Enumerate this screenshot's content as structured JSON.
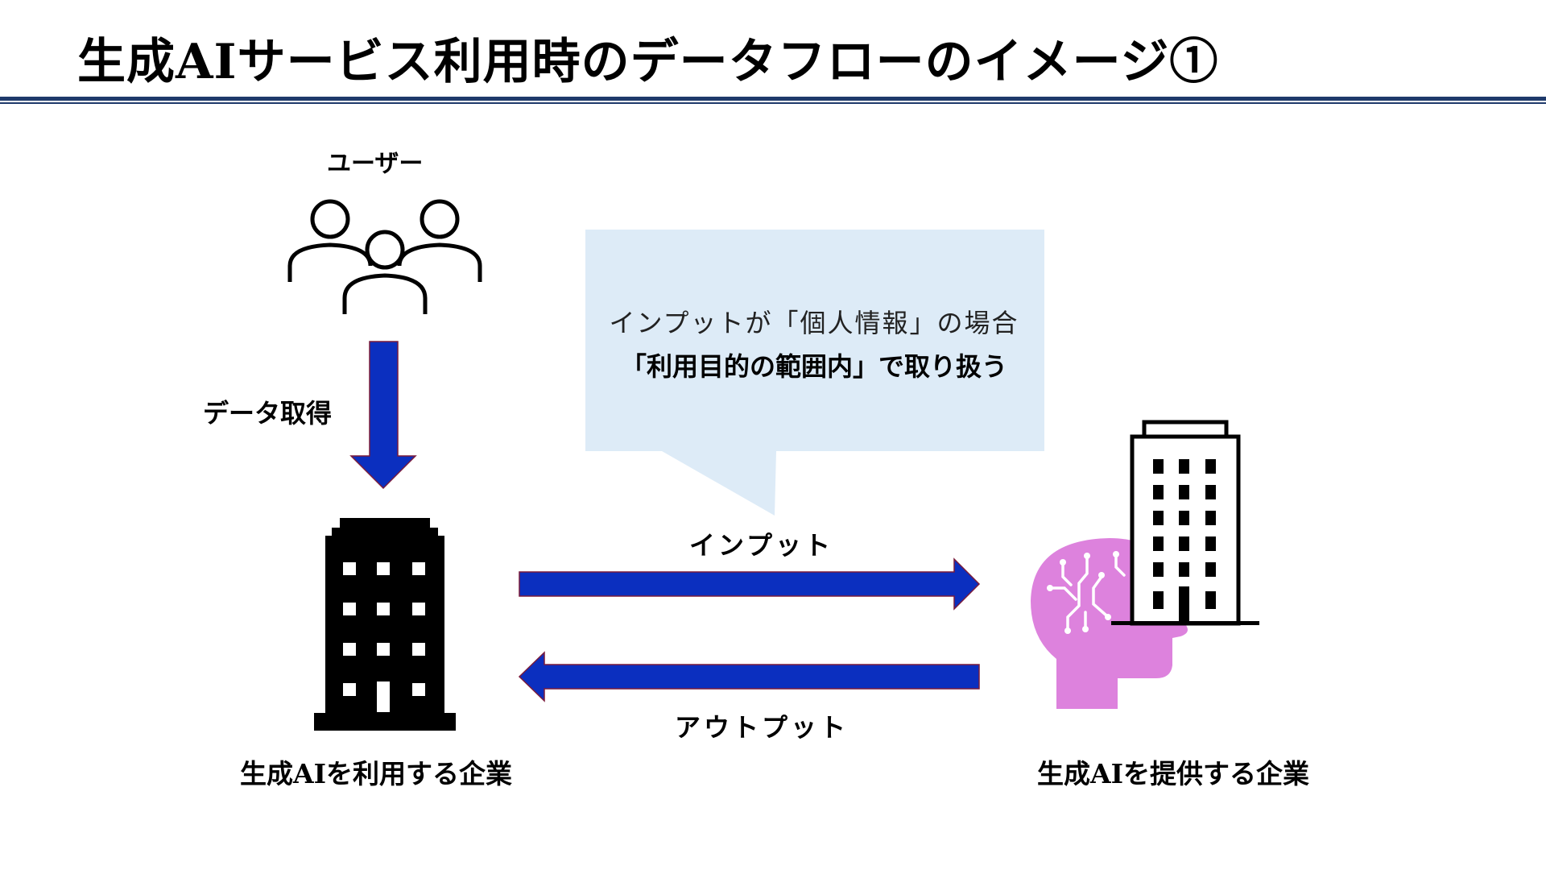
{
  "title": "生成AIサービス利用時のデータフローのイメージ①",
  "labels": {
    "user": "ユーザー",
    "data_acquisition": "データ取得",
    "input": "インプット",
    "output": "アウトプット",
    "using_company": "生成AIを利用する企業",
    "providing_company": "生成AIを提供する企業"
  },
  "callout": {
    "line1": "インプットが「個人情報」の場合",
    "line2": "「利用目的の範囲内」で取り扱う"
  },
  "icons": {
    "users": "users-group-icon",
    "using_company": "office-building-icon",
    "providing_company": "building-outline-icon",
    "ai_head": "ai-brain-head-icon"
  },
  "colors": {
    "arrow": "#0b2fbf",
    "arrow_outline": "#7a1b3c",
    "callout": "#ddebf7",
    "ai_head": "#dd82dd",
    "rule": "#1f3a6b"
  }
}
